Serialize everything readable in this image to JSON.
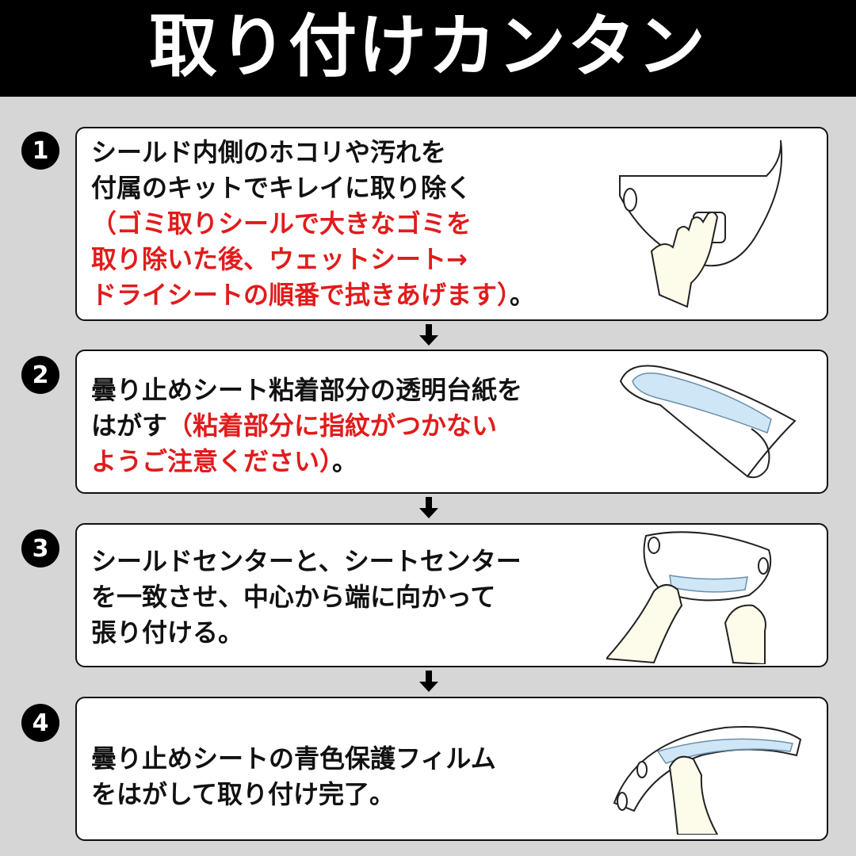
{
  "header": {
    "title": "取り付けカンタン"
  },
  "colors": {
    "accent_red": "#e21b1b",
    "header_bg": "#000000",
    "page_bg": "#d6d6d6",
    "film_blue": "#cfe6f7"
  },
  "steps": [
    {
      "number": "1",
      "lines": [
        {
          "text": "シールド内側のホコリや汚れを",
          "red": ""
        },
        {
          "text": "付属のキットでキレイに取り除く",
          "red": ""
        },
        {
          "text": "",
          "red": "（ゴミ取りシールで大きなゴミを"
        },
        {
          "text": "",
          "red": "取り除いた後、ウェットシート→"
        },
        {
          "text": "。",
          "red": "ドライシートの順番で拭きあげます）"
        }
      ],
      "illustration": "hand-wiping-shield-icon"
    },
    {
      "number": "2",
      "lines": [
        {
          "text": "曇り止めシート粘着部分の透明台紙を",
          "red": ""
        },
        {
          "pre": "はがす",
          "red": "（粘着部分に指紋がつかない"
        },
        {
          "text": "。",
          "red": "ようご注意ください）"
        }
      ],
      "illustration": "peeling-backing-sheet-icon"
    },
    {
      "number": "3",
      "lines": [
        {
          "text": "シールドセンターと、シートセンター",
          "red": ""
        },
        {
          "text": "を一致させ、中心から端に向かって",
          "red": ""
        },
        {
          "text": "張り付ける。",
          "red": ""
        }
      ],
      "illustration": "hands-applying-sheet-icon"
    },
    {
      "number": "4",
      "lines": [
        {
          "text": "曇り止めシートの青色保護フィルム",
          "red": ""
        },
        {
          "text": "をはがして取り付け完了。",
          "red": ""
        }
      ],
      "illustration": "peeling-blue-film-icon"
    }
  ]
}
